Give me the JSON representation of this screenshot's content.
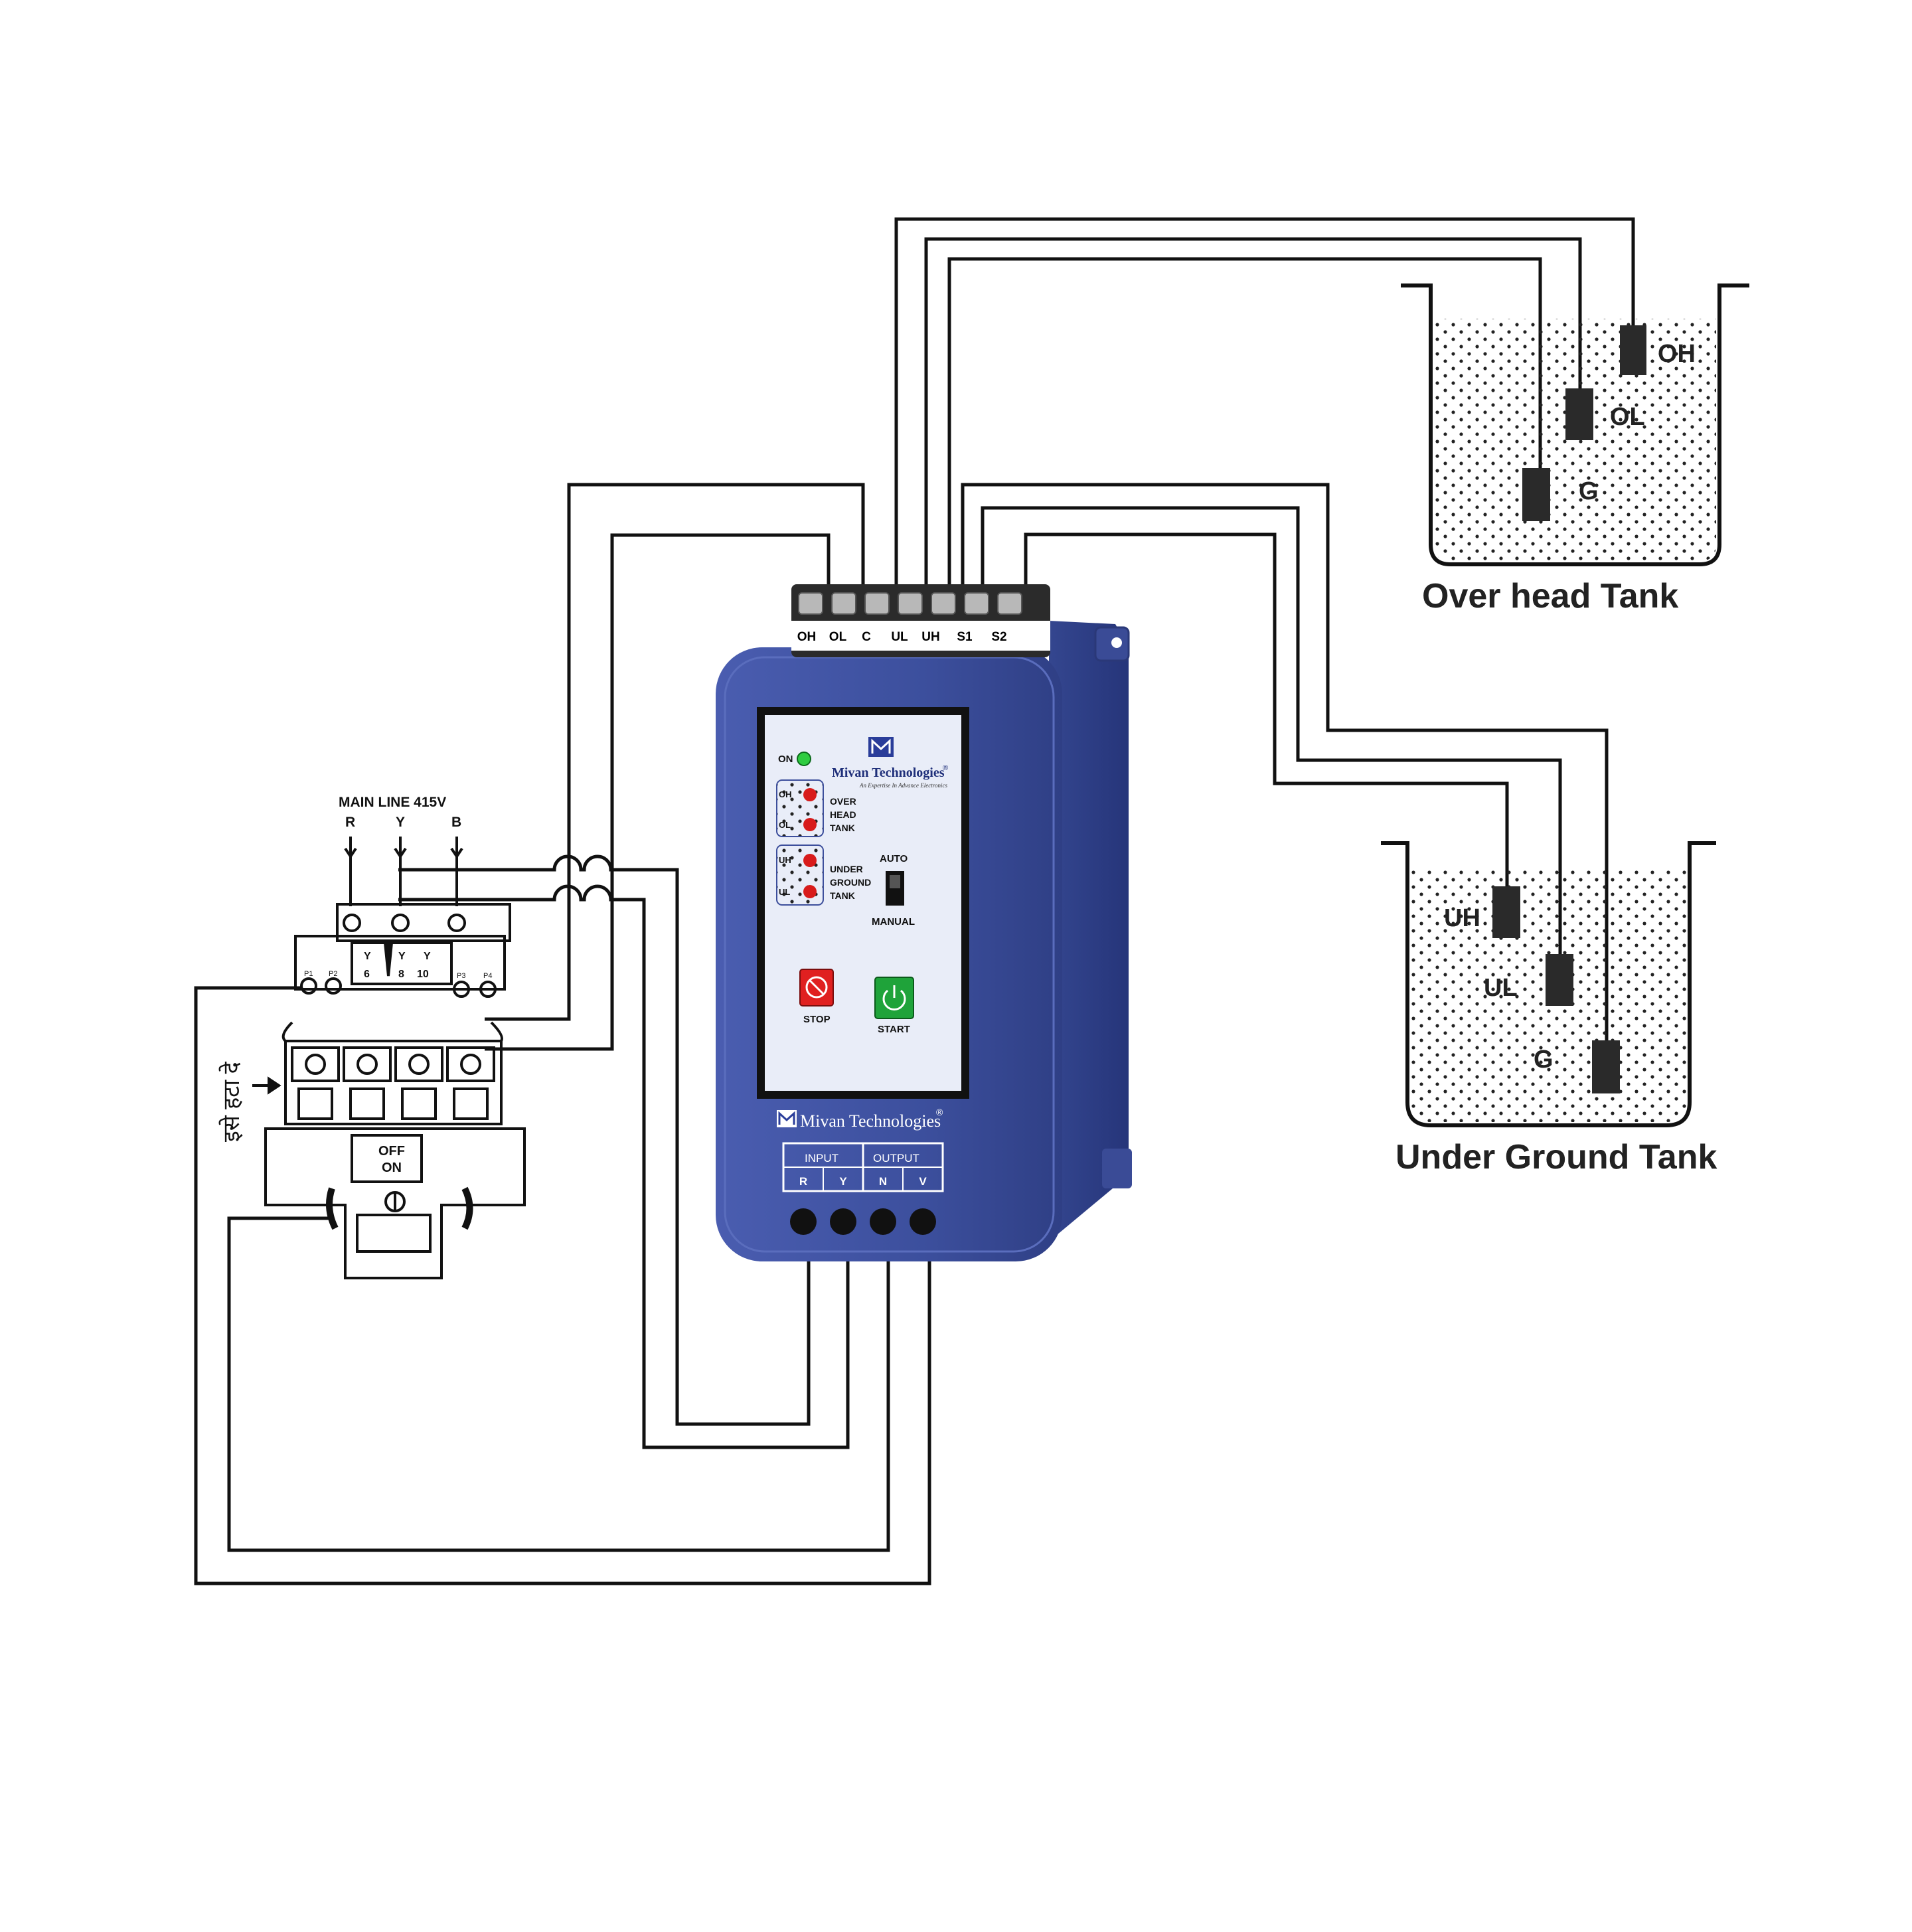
{
  "controller": {
    "terminals": [
      "OH",
      "OL",
      "C",
      "UL",
      "UH",
      "S1",
      "S2"
    ],
    "brand": "Mivan Technologies",
    "registered": "®",
    "tagline": "An Expertise In Advance Electronics",
    "on_label": "ON",
    "overhead": {
      "oh": "OH",
      "ol": "OL",
      "line1": "OVER",
      "line2": "HEAD",
      "line3": "TANK"
    },
    "underground": {
      "uh": "UH",
      "ul": "UL",
      "line1": "UNDER",
      "line2": "GROUND",
      "line3": "TANK"
    },
    "auto_label": "AUTO",
    "manual_label": "MANUAL",
    "stop_label": "STOP",
    "start_label": "START",
    "input_label": "INPUT",
    "output_label": "OUTPUT",
    "io_terminals": [
      "R",
      "Y",
      "N",
      "V"
    ],
    "colors": {
      "body": "#3d4f9c",
      "panel": "#e9edf8",
      "led_on": "#2ecc40",
      "led_level": "#d81b1b",
      "stop": "#e02020",
      "start": "#1fa33a"
    }
  },
  "overhead_tank": {
    "title": "Over head Tank",
    "probes": [
      "OH",
      "OL",
      "G"
    ]
  },
  "underground_tank": {
    "title": "Under Ground Tank",
    "probes": [
      "UH",
      "UL",
      "G"
    ]
  },
  "starter": {
    "main_line": "MAIN LINE 415V",
    "phases": [
      "R",
      "Y",
      "B"
    ],
    "terminal_marks": [
      "P1",
      "P2",
      "P3",
      "P4"
    ],
    "coil_marks": [
      "Y",
      "Y",
      "Y",
      "6",
      "8",
      "10"
    ],
    "off_label": "OFF",
    "on_label": "ON",
    "hindi_note": "इसे हटा दे"
  }
}
